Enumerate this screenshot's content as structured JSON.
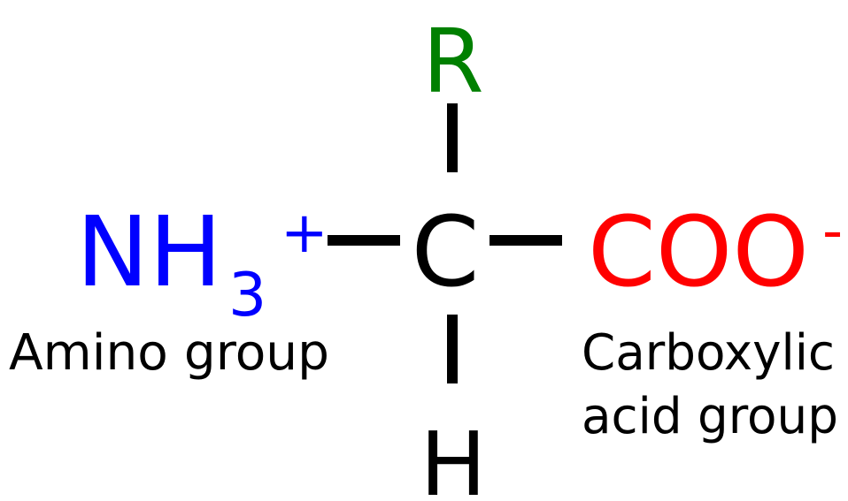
{
  "molecule": {
    "r_group": {
      "text": "R",
      "color": "#008000"
    },
    "alpha_carbon": {
      "text": "C",
      "color": "#000000"
    },
    "hydrogen": {
      "text": "H",
      "color": "#000000"
    },
    "amino": {
      "symbol_n": "N",
      "symbol_h": "H",
      "subscript": "3",
      "charge": "+",
      "color": "#0000ff"
    },
    "carboxyl": {
      "symbol": "COO",
      "charge": "-",
      "color": "#ff0000"
    },
    "bond_color": "#000000"
  },
  "labels": {
    "amino_group": "Amino group",
    "carboxylic_line1": "Carboxylic",
    "carboxylic_line2": "acid group"
  }
}
